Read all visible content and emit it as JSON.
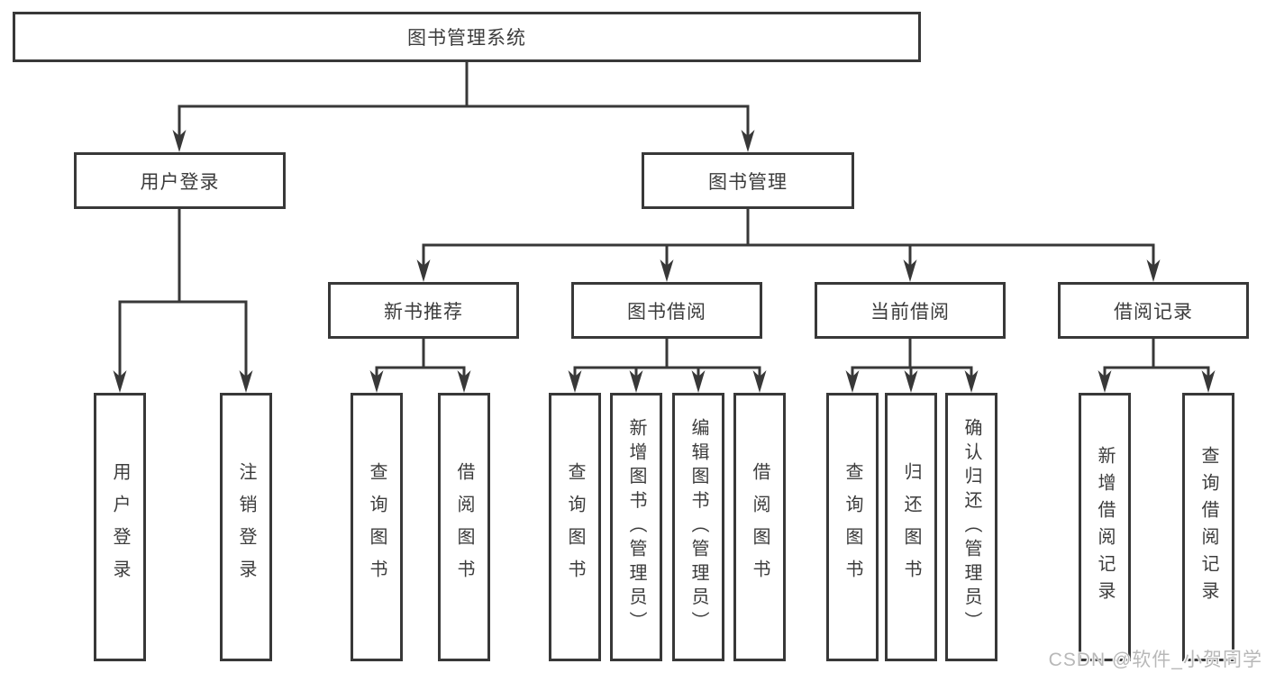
{
  "diagram": {
    "root": {
      "label": "图书管理系统"
    },
    "branches": [
      {
        "label": "用户登录",
        "children": [
          {
            "label": "用户登录"
          },
          {
            "label": "注销登录"
          }
        ]
      },
      {
        "label": "图书管理",
        "children": [
          {
            "label": "新书推荐",
            "children": [
              {
                "label": "查询图书"
              },
              {
                "label": "借阅图书"
              }
            ]
          },
          {
            "label": "图书借阅",
            "children": [
              {
                "label": "查询图书"
              },
              {
                "label": "新增图书（管理员）"
              },
              {
                "label": "编辑图书（管理员）"
              },
              {
                "label": "借阅图书"
              }
            ]
          },
          {
            "label": "当前借阅",
            "children": [
              {
                "label": "查询图书"
              },
              {
                "label": "归还图书"
              },
              {
                "label": "确认归还（管理员）"
              }
            ]
          },
          {
            "label": "借阅记录",
            "children": [
              {
                "label": "新增借阅记录"
              },
              {
                "label": "查询借阅记录"
              }
            ]
          }
        ]
      }
    ]
  },
  "watermark": {
    "text": "CSDN @软件_小贺同学"
  },
  "colors": {
    "line": "#383838",
    "text": "#3c3c3c",
    "background": "#ffffff",
    "watermark": "#b8b8b8"
  }
}
